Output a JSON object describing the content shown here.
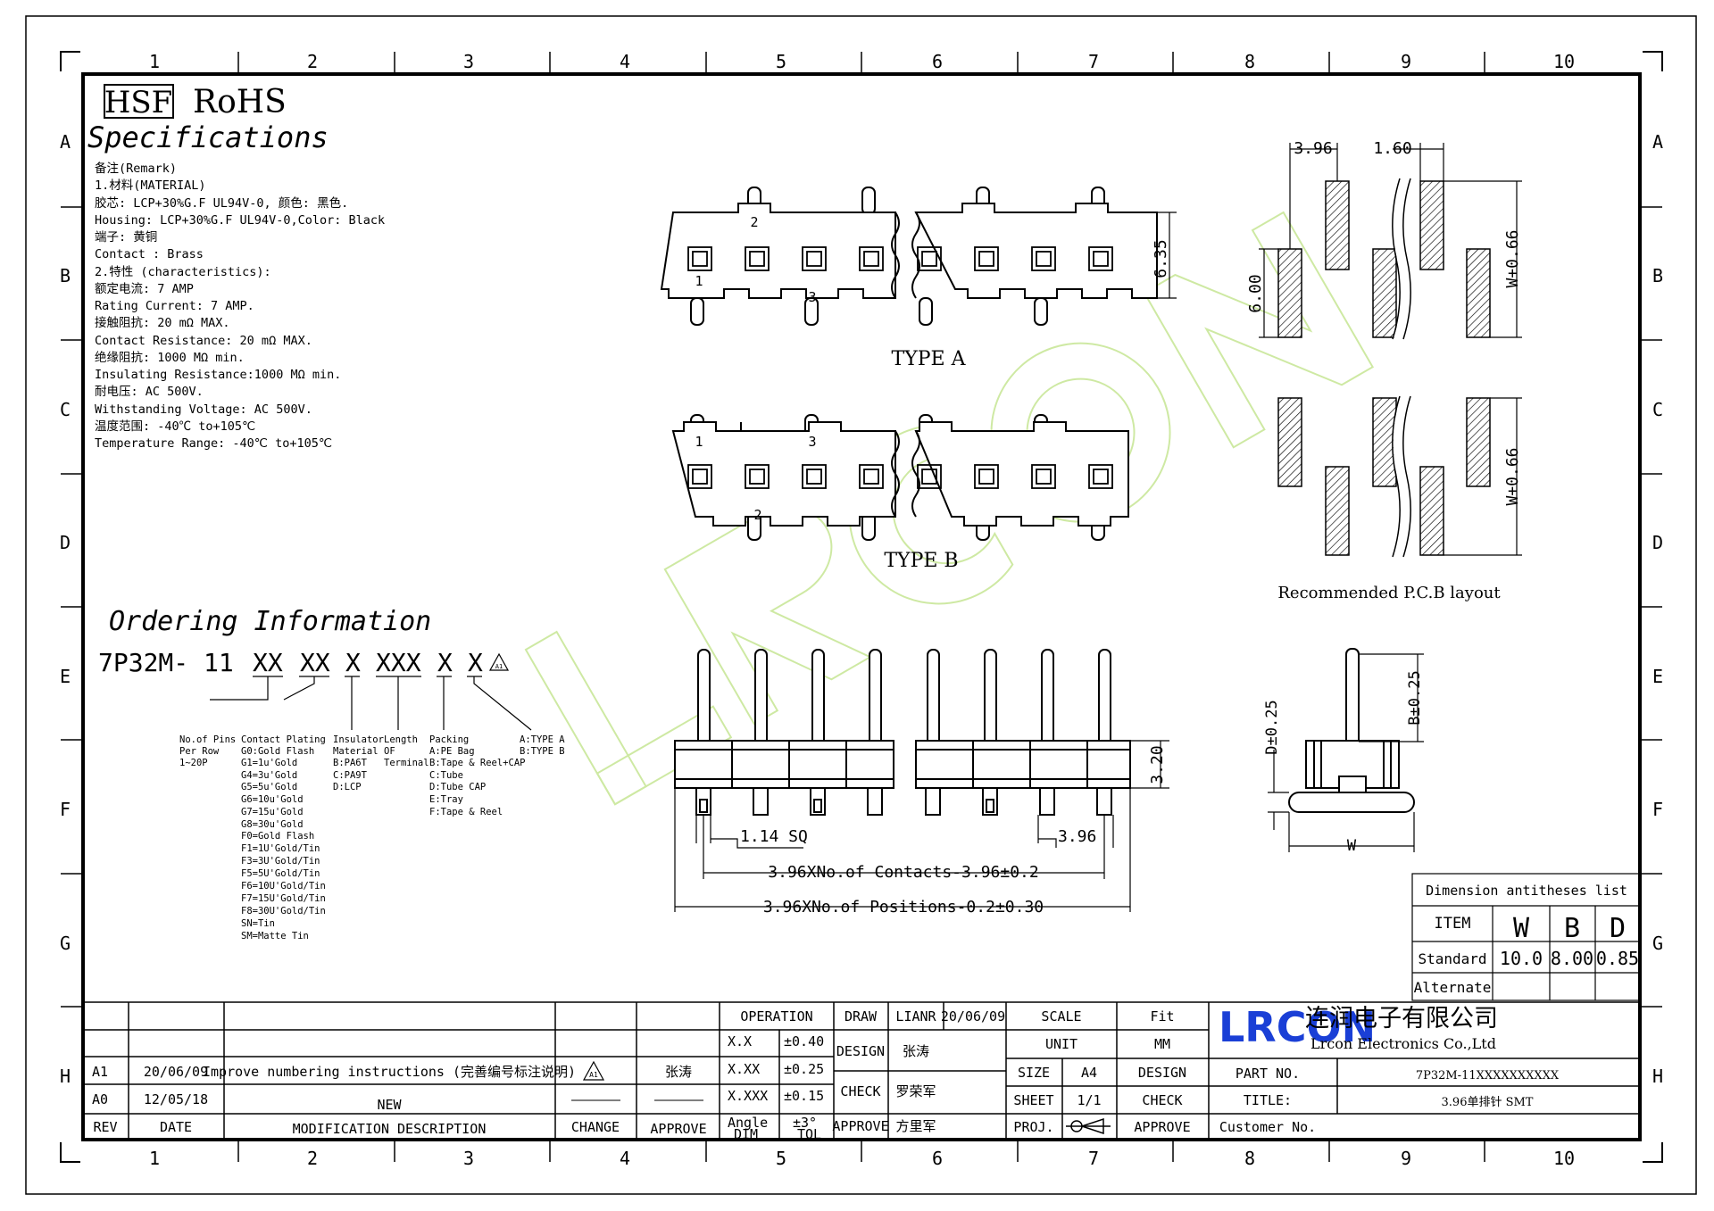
{
  "grid": {
    "columns": [
      "1",
      "2",
      "3",
      "4",
      "5",
      "6",
      "7",
      "8",
      "9",
      "10"
    ],
    "rows": [
      "A",
      "B",
      "C",
      "D",
      "E",
      "F",
      "G",
      "H"
    ]
  },
  "header": {
    "hsf": "HSF",
    "rohs": "RoHS",
    "spec_title": "Specifications"
  },
  "spec_lines": [
    "备注(Remark)",
    "1.材料(MATERIAL)",
    "胶芯: LCP+30%G.F UL94V-0, 颜色: 黑色.",
    "Housing: LCP+30%G.F UL94V-0,Color: Black",
    "端子: 黄铜",
    "Contact : Brass",
    "2.特性 (characteristics):",
    "额定电流: 7 AMP",
    "Rating Current: 7 AMP.",
    "接触阻抗: 20 mΩ MAX.",
    "Contact Resistance: 20 mΩ MAX.",
    "绝缘阻抗: 1000 MΩ min.",
    "Insulating Resistance:1000 MΩ min.",
    "耐电压: AC 500V.",
    "Withstanding Voltage: AC 500V.",
    "温度范围: -40℃ to+105℃",
    "Temperature Range: -40℃ to+105℃"
  ],
  "ordering": {
    "title": "Ordering Information",
    "code_prefix": "7P32M- 11",
    "code_parts": [
      "XX",
      "XX",
      "X",
      "XXX",
      "X",
      "X"
    ],
    "code_mark": "A1",
    "legend": {
      "pins": [
        "No.of Pins",
        "Per Row",
        "1~20P"
      ],
      "plating": [
        "Contact Plating",
        "G0:Gold Flash",
        "G1=1u'Gold",
        "G4=3u'Gold",
        "G5=5u'Gold",
        "G6=10u'Gold",
        "G7=15u'Gold",
        "G8=30u'Gold",
        "F0=Gold Flash",
        "F1=1U'Gold/Tin",
        "F3=3U'Gold/Tin",
        "F5=5U'Gold/Tin",
        "F6=10U'Gold/Tin",
        "F7=15U'Gold/Tin",
        "F8=30U'Gold/Tin",
        "SN=Tin",
        "SM=Matte Tin"
      ],
      "insulator": [
        "Insulator",
        "Material",
        "B:PA6T",
        "C:PA9T",
        "D:LCP"
      ],
      "length": [
        "Length",
        "OF",
        "Terminal"
      ],
      "packing": [
        "Packing",
        "A:PE Bag",
        "B:Tape & Reel+CAP",
        "C:Tube",
        "D:Tube CAP",
        "E:Tray",
        "F:Tape & Reel"
      ],
      "type": [
        "A:TYPE A",
        "B:TYPE B"
      ]
    }
  },
  "views": {
    "type_a": "TYPE A",
    "type_b": "TYPE B",
    "pcb_caption": "Recommended P.C.B layout",
    "dims": {
      "h_635": "6.35",
      "h_320": "3.20",
      "p396_top": "3.96",
      "p160": "1.60",
      "h600": "6.00",
      "w066_top": "W+0.66",
      "w066_bottom": "W+0.66",
      "sq": "1.14 SQ",
      "p396_bottom": "3.96",
      "contacts_formula": "3.96XNo.of Contacts-3.96±0.2",
      "positions_formula": "3.96XNo.of Positions-0.2±0.30",
      "d025": "D±0.25",
      "b025": "B±0.25",
      "w": "W"
    },
    "pin_labels_a": [
      "2",
      "1",
      "3"
    ],
    "pin_labels_b": [
      "1",
      "3",
      "2"
    ]
  },
  "dimension_table": {
    "title": "Dimension antitheses list",
    "headers": [
      "ITEM",
      "W",
      "B",
      "D"
    ],
    "rows": [
      [
        "Standard",
        "10.0",
        "8.00",
        "0.85"
      ],
      [
        "Alternate",
        "",
        "",
        ""
      ]
    ]
  },
  "revision": {
    "rows": [
      {
        "rev": "A1",
        "date": "20/06/09",
        "desc": "Improve numbering instructions (完善编号标注说明)",
        "change": "A1",
        "approve": "张涛"
      },
      {
        "rev": "A0",
        "date": "12/05/18",
        "desc": "NEW",
        "change": "",
        "approve": ""
      }
    ],
    "headers": {
      "rev": "REV",
      "date": "DATE",
      "desc": "MODIFICATION DESCRIPTION",
      "change": "CHANGE",
      "approve": "APPROVE"
    }
  },
  "tolerance": {
    "title": "OPERATION",
    "rows": [
      [
        "X.X",
        "±0.40"
      ],
      [
        "X.XX",
        "±0.25"
      ],
      [
        "X.XXX",
        "±0.15"
      ],
      [
        "Angle",
        "±3°"
      ]
    ],
    "footer": [
      "DIM",
      "TOL"
    ]
  },
  "signoff": {
    "draw_label": "DRAW",
    "draw_name": "LIANR",
    "draw_date": "20/06/09",
    "design_label": "DESIGN",
    "design_name": "张涛",
    "check_label": "CHECK",
    "check_name": "罗荣军",
    "approve_label": "APPROVE",
    "approve_name": "方里军"
  },
  "meta": {
    "scale_label": "SCALE",
    "scale_value": "Fit",
    "unit_label": "UNIT",
    "unit_value": "MM",
    "size_label": "SIZE",
    "size_value": "A4",
    "design_label": "DESIGN",
    "sheet_label": "SHEET",
    "sheet_value": "1/1",
    "check_label": "CHECK",
    "proj_label": "PROJ.",
    "approve_label": "APPROVE"
  },
  "company": {
    "logo": "LRCON",
    "name_cn": "连润电子有限公司",
    "name_en": "Lrcon Electronics Co.,Ltd",
    "part_label": "PART NO.",
    "part_value": "7P32M-11XXXXXXXXXX",
    "title_label": "TITLE:",
    "title_value": "3.96单排针 SMT",
    "customer_label": "Customer No.",
    "customer_value": ""
  },
  "colors": {
    "ink": "#000000",
    "logo_blue": "#1a3fd6",
    "watermark": "#c9e79a"
  }
}
